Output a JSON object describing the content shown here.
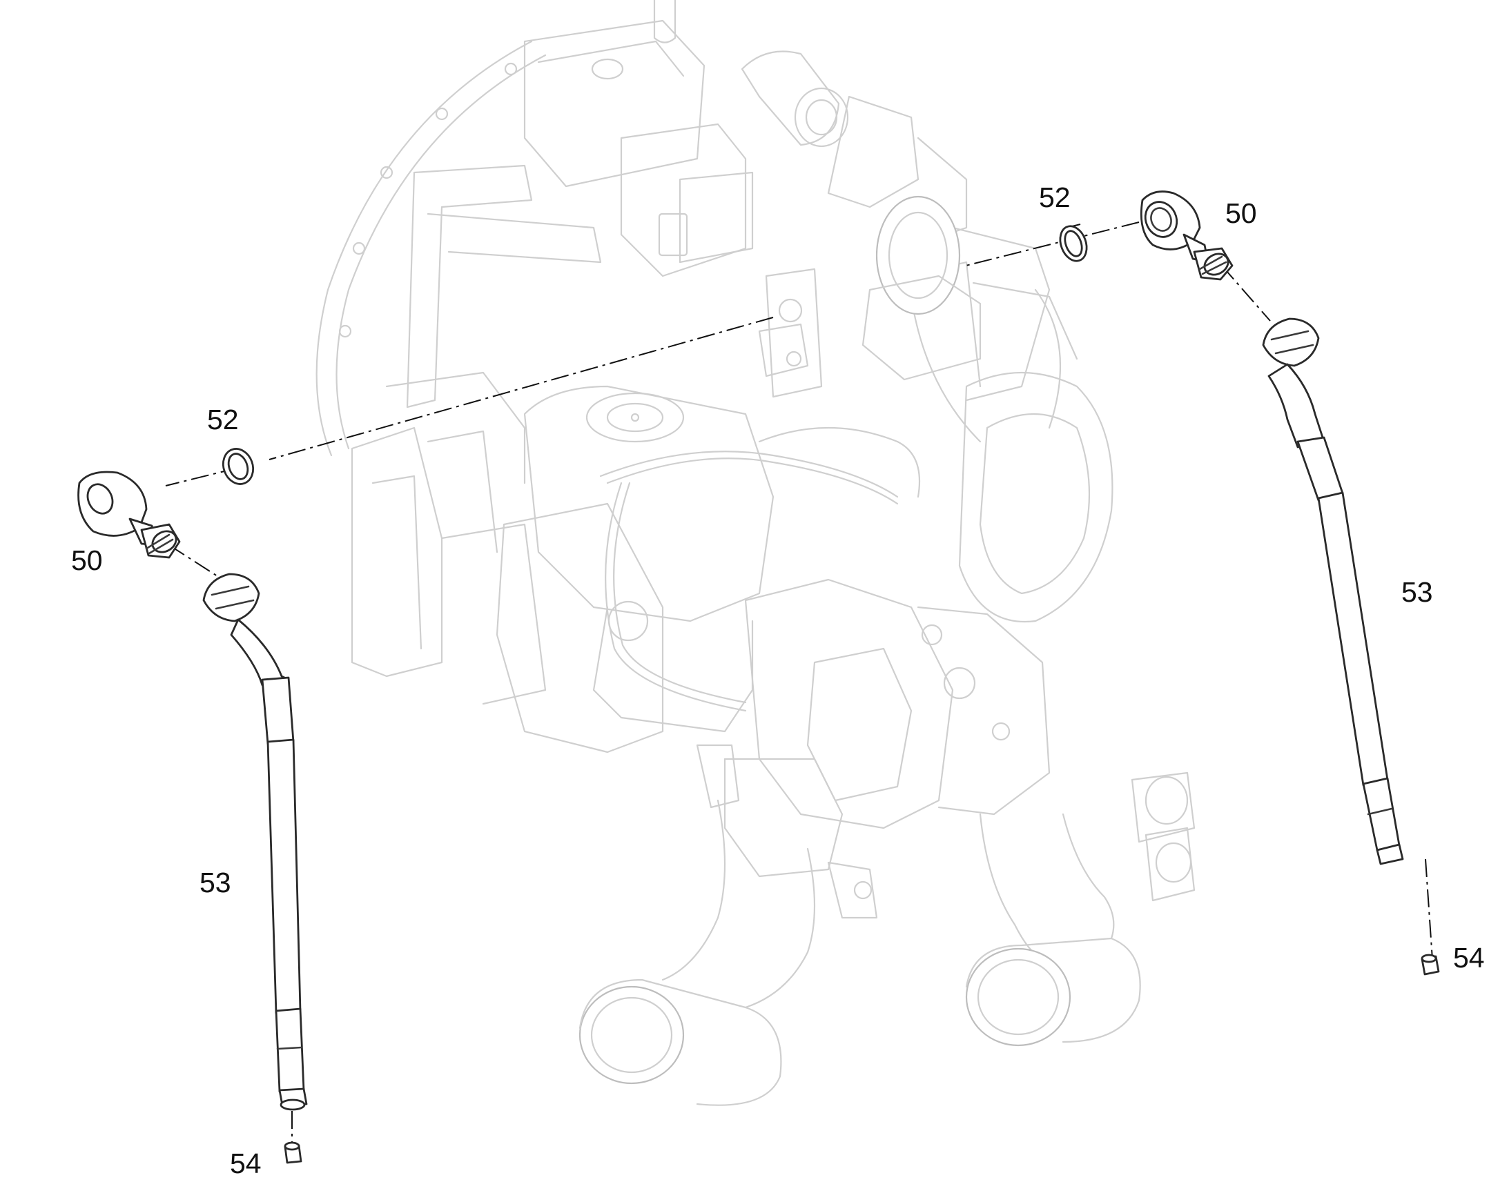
{
  "callouts": {
    "c50_left": "50",
    "c50_right": "50",
    "c52_left": "52",
    "c52_right": "52",
    "c53_left": "53",
    "c53_right": "53",
    "c54_left": "54",
    "c54_right": "54"
  },
  "colors": {
    "background": "#ffffff",
    "highlighted_parts": "#2a2a2a",
    "context_assembly": "#cfcfcf",
    "callout_text": "#111111"
  }
}
